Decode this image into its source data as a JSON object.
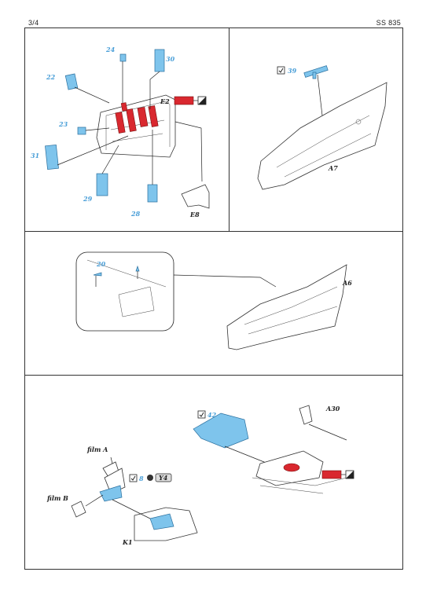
{
  "header": {
    "page": "3/4",
    "code": "SS 835"
  },
  "panel1": {
    "parts": [
      "22",
      "24",
      "30",
      "23",
      "31",
      "29",
      "28"
    ],
    "paint_label": "E2",
    "ref_label": "E8"
  },
  "panel2": {
    "part": "39",
    "ref_label": "A7"
  },
  "panel3": {
    "part": "20",
    "ref_label": "A6"
  },
  "panel4": {
    "part_cover": "42",
    "ref_a30": "A30",
    "film_a": "film A",
    "film_b": "film B",
    "part_small": "8",
    "code_y4": "Y4",
    "ref_k1": "K1"
  },
  "colors": {
    "photo_etch": "#7ec4ec",
    "paint_red": "#d9282f",
    "outline": "#333333"
  }
}
